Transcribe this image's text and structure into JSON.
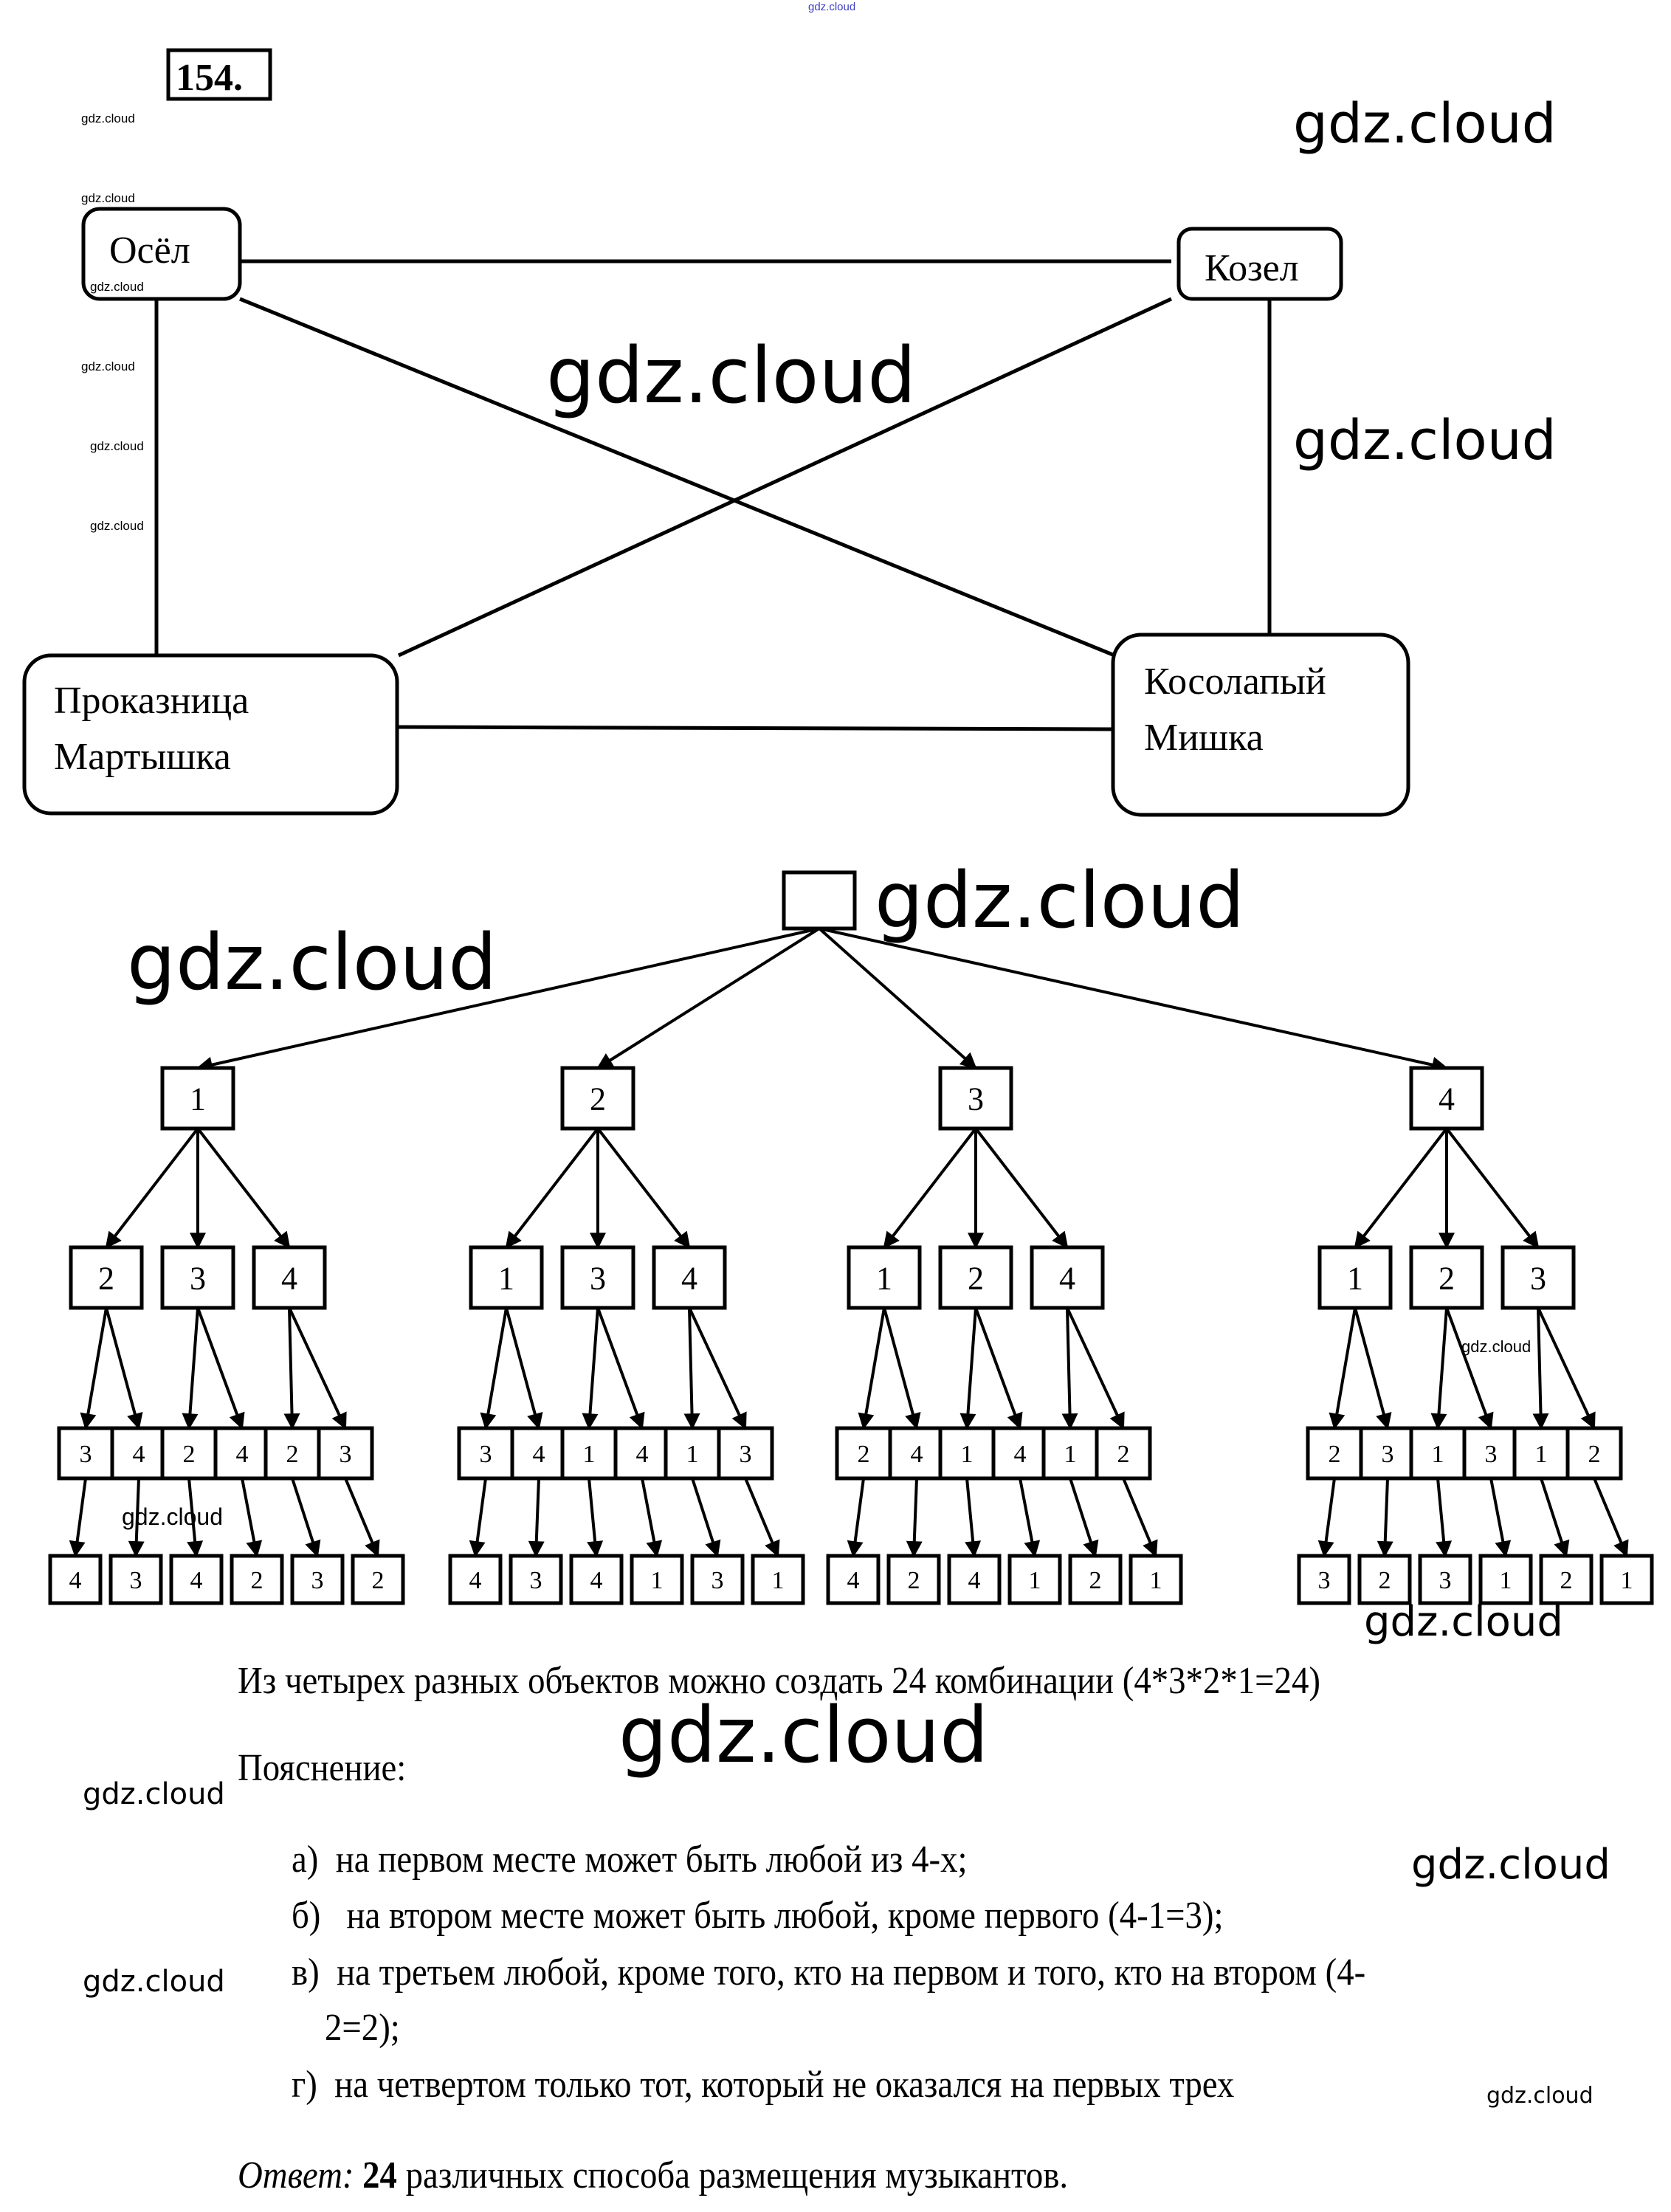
{
  "problem_number": "154.",
  "graph": {
    "nodes": [
      {
        "id": "donkey",
        "lines": [
          "Осёл"
        ]
      },
      {
        "id": "goat",
        "lines": [
          "Козел"
        ]
      },
      {
        "id": "monkey",
        "lines": [
          "Проказница",
          "Мартышка"
        ]
      },
      {
        "id": "bear",
        "lines": [
          "Косолапый",
          "Мишка"
        ]
      }
    ],
    "edges": [
      [
        "donkey",
        "goat"
      ],
      [
        "donkey",
        "monkey"
      ],
      [
        "donkey",
        "bear"
      ],
      [
        "goat",
        "bear"
      ],
      [
        "goat",
        "monkey"
      ],
      [
        "monkey",
        "bear"
      ]
    ]
  },
  "tree": {
    "root": "",
    "branches": [
      {
        "label": "1",
        "children": [
          {
            "label": "2",
            "children": [
              {
                "label": "3",
                "leaf": "4"
              },
              {
                "label": "4",
                "leaf": "3"
              }
            ]
          },
          {
            "label": "3",
            "children": [
              {
                "label": "2",
                "leaf": "4"
              },
              {
                "label": "4",
                "leaf": "2"
              }
            ]
          },
          {
            "label": "4",
            "children": [
              {
                "label": "2",
                "leaf": "3"
              },
              {
                "label": "3",
                "leaf": "2"
              }
            ]
          }
        ]
      },
      {
        "label": "2",
        "children": [
          {
            "label": "1",
            "children": [
              {
                "label": "3",
                "leaf": "4"
              },
              {
                "label": "4",
                "leaf": "3"
              }
            ]
          },
          {
            "label": "3",
            "children": [
              {
                "label": "1",
                "leaf": "4"
              },
              {
                "label": "4",
                "leaf": "1"
              }
            ]
          },
          {
            "label": "4",
            "children": [
              {
                "label": "1",
                "leaf": "3"
              },
              {
                "label": "3",
                "leaf": "1"
              }
            ]
          }
        ]
      },
      {
        "label": "3",
        "children": [
          {
            "label": "1",
            "children": [
              {
                "label": "2",
                "leaf": "4"
              },
              {
                "label": "4",
                "leaf": "2"
              }
            ]
          },
          {
            "label": "2",
            "children": [
              {
                "label": "1",
                "leaf": "4"
              },
              {
                "label": "4",
                "leaf": "1"
              }
            ]
          },
          {
            "label": "4",
            "children": [
              {
                "label": "1",
                "leaf": "2"
              },
              {
                "label": "2",
                "leaf": "1"
              }
            ]
          }
        ]
      },
      {
        "label": "4",
        "children": [
          {
            "label": "1",
            "children": [
              {
                "label": "2",
                "leaf": "3"
              },
              {
                "label": "3",
                "leaf": "2"
              }
            ]
          },
          {
            "label": "2",
            "children": [
              {
                "label": "1",
                "leaf": "3"
              },
              {
                "label": "3",
                "leaf": "1"
              }
            ]
          },
          {
            "label": "3",
            "children": [
              {
                "label": "1",
                "leaf": "2"
              },
              {
                "label": "2",
                "leaf": "1"
              }
            ]
          }
        ]
      }
    ]
  },
  "text": {
    "summary": "Из четырех разных объектов можно создать 24 комбинации (4*3*2*1=24)",
    "explanation_heading": "Пояснение:",
    "items": [
      {
        "marker": "а)",
        "text": "на первом месте может быть любой из 4-х;"
      },
      {
        "marker": "б)",
        "text": " на втором месте может быть любой, кроме первого (4-1=3);"
      },
      {
        "marker": "в)",
        "text": "на третьем любой, кроме того, кто на первом и того, кто на втором (4-"
      },
      {
        "marker": "",
        "text": "2=2);"
      },
      {
        "marker": "г)",
        "text": "на четвертом только тот, который не оказался на первых трех"
      }
    ],
    "answer_label": "Ответ:",
    "answer_number": "24",
    "answer_rest": " различных способа  размещения музыкантов."
  },
  "watermarks": {
    "text": "gdz.cloud"
  }
}
